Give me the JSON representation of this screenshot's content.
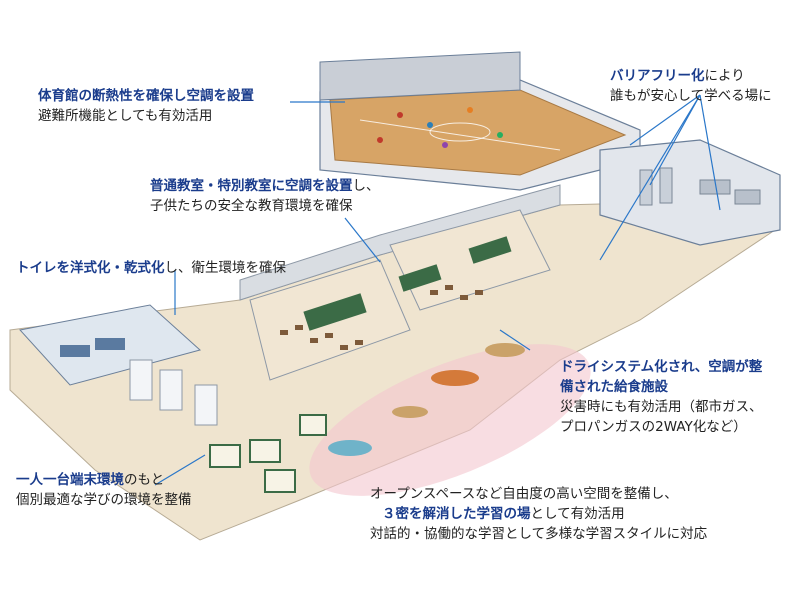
{
  "colors": {
    "highlight": "#1a3c8c",
    "text": "#222222",
    "leader": "#2a77c9",
    "open_space_glow": "#f3c6cf",
    "floor": "#efe4cf",
    "wall": "#d9dde2",
    "roof_edge": "#6b7f99",
    "gym_floor": "#d7a466"
  },
  "callouts": {
    "gym": {
      "line1_hl": "体育館の断熱性を確保し空調を設置",
      "line2": "避難所機能としても有効活用"
    },
    "barrier": {
      "line1_hl": "バリアフリー化",
      "line1_pl": "により",
      "line2": "誰もが安心して学べる場に"
    },
    "classroom": {
      "line1_hl": "普通教室・特別教室に空調を設置",
      "line1_pl": "し、",
      "line2": "子供たちの安全な教育環境を確保"
    },
    "toilet": {
      "line1_hl": "トイレを洋式化・乾式化",
      "line1_pl": "し、衛生環境を確保"
    },
    "kitchen": {
      "line1_hl": "ドライシステム化され、空調が整",
      "line2_hl": "備された給食施設",
      "line3": "災害時にも有効活用（都市ガス、",
      "line4": "プロパンガスの2WAY化など）"
    },
    "device": {
      "line1_hl": "一人一台端末環境",
      "line1_pl": "のもと",
      "line2": "個別最適な学びの環境を整備"
    },
    "openspace": {
      "line1": "オープンスペースなど自由度の高い空間を整備し、",
      "line2_hl": "３密を解消した学習の場",
      "line2_pl": "として有効活用",
      "line3": "対話的・協働的な学習として多様な学習スタイルに対応"
    }
  }
}
